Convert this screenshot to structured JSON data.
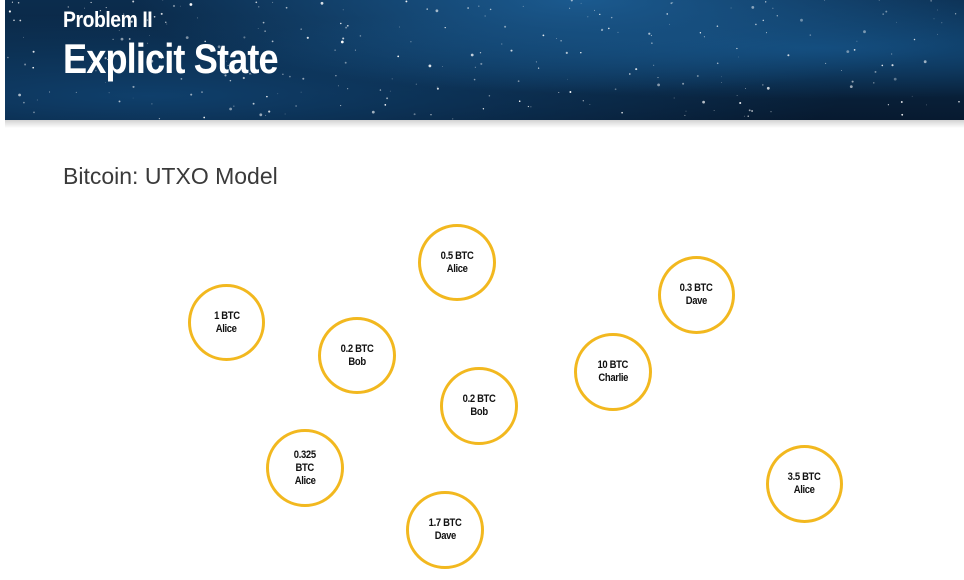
{
  "header": {
    "kicker": "Problem II",
    "title": "Explicit State"
  },
  "subtitle": "Bitcoin: UTXO Model",
  "colors": {
    "circle_border": "#f2b81f",
    "header_background": "#0a2642",
    "subtitle_text": "#3a3a3a"
  },
  "utxos": [
    {
      "amount": "1 BTC",
      "owner": "Alice"
    },
    {
      "amount": "0.5 BTC",
      "owner": "Alice"
    },
    {
      "amount": "0.3 BTC",
      "owner": "Dave"
    },
    {
      "amount": "0.2 BTC",
      "owner": "Bob"
    },
    {
      "amount": "10 BTC",
      "owner": "Charlie"
    },
    {
      "amount": "0.2 BTC",
      "owner": "Bob"
    },
    {
      "amount": "0.325",
      "amount_line2": "BTC",
      "owner": "Alice"
    },
    {
      "amount": "3.5 BTC",
      "owner": "Alice"
    },
    {
      "amount": "1.7 BTC",
      "owner": "Dave"
    }
  ]
}
